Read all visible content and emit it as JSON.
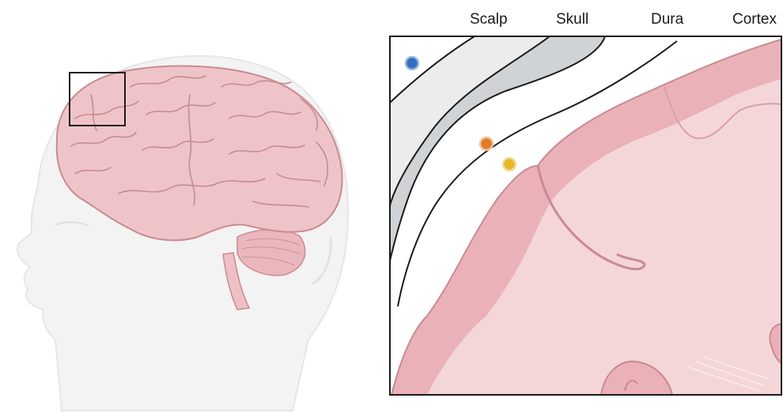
{
  "labels": {
    "scalp": "Scalp",
    "skull": "Skull",
    "dura": "Dura",
    "cortex": "Cortex"
  },
  "markers": [
    {
      "name": "scalp-electrode",
      "color": "#2f6fc0"
    },
    {
      "name": "epidural-electrode",
      "color": "#e07b2a"
    },
    {
      "name": "subdural-electrode",
      "color": "#e5b82a"
    }
  ],
  "colors": {
    "brain_fill": "#efc4c8",
    "brain_outline": "#c98a92",
    "cortex_grey": "#eab2b8",
    "white_matter": "#f6dede",
    "skull": "#cfd3d6",
    "scalp": "#ececec",
    "head_silhouette": "#f3f3f3"
  }
}
